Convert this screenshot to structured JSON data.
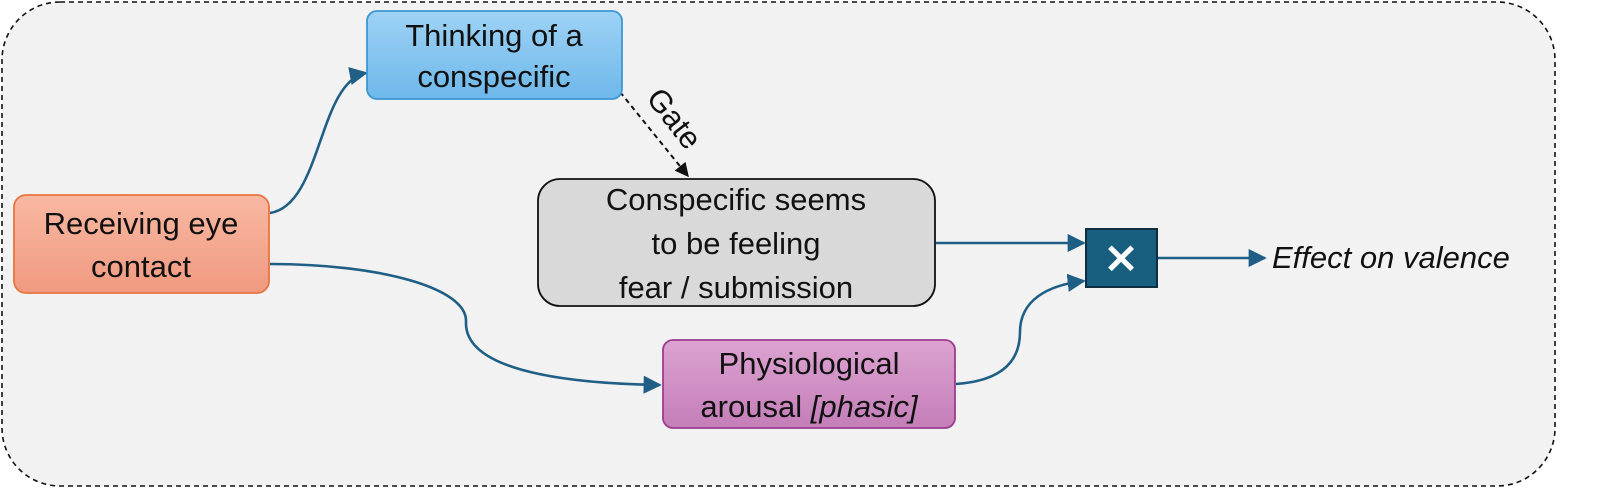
{
  "nodes": {
    "eye_contact": {
      "lines": [
        "Receiving eye",
        "contact"
      ],
      "fill_top": "#f9b8a2",
      "fill_bottom": "#f09a80",
      "stroke": "#e8743f"
    },
    "thinking": {
      "lines": [
        "Thinking of a",
        "conspecific"
      ],
      "fill_top": "#9fd2f5",
      "fill_bottom": "#6db8ea",
      "stroke": "#3d97d3"
    },
    "fear": {
      "lines": [
        "Conspecific seems",
        "to be feeling",
        "fear / submission"
      ],
      "fill": "#d9d9d9",
      "stroke": "#111111"
    },
    "arousal": {
      "line1": "Physiological",
      "line2_plain": "arousal ",
      "line2_italic": "[phasic]",
      "fill_top": "#dca3d1",
      "fill_bottom": "#c47eb8",
      "stroke": "#9c3c8e"
    },
    "multiply": {
      "symbol": "×",
      "fill": "#175e7f",
      "stroke": "#0d2f40"
    }
  },
  "edges": {
    "gate_label": "Gate",
    "color": "#1f5f86"
  },
  "output": {
    "label": "Effect on valence"
  },
  "frame": {
    "background": "#f2f2f2",
    "border": "#111111"
  }
}
